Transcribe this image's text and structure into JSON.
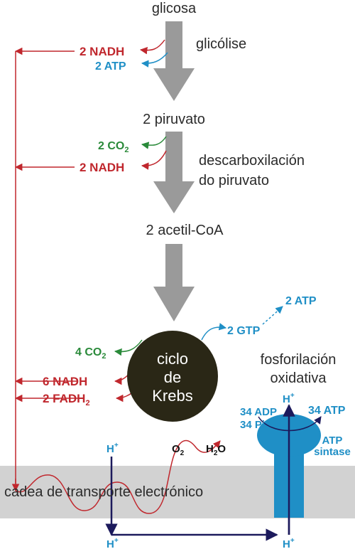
{
  "stages": {
    "glucose": "glicosa",
    "glycolysis": "glicólise",
    "pyruvate": "2 piruvato",
    "decarb_line1": "descarboxilación",
    "decarb_line2": "do piruvato",
    "acetyl": "2 acetil-CoA"
  },
  "products": {
    "glyc_nadh": "2 NADH",
    "glyc_atp": "2 ATP",
    "decarb_co2": "2 CO",
    "decarb_co2_sub": "2",
    "decarb_nadh": "2 NADH",
    "krebs_co2": "4 CO",
    "krebs_co2_sub": "2",
    "krebs_gtp": "2 GTP",
    "gtp_atp": "2 ATP",
    "krebs_nadh": "6 NADH",
    "krebs_fadh": "2 FADH",
    "krebs_fadh_sub": "2"
  },
  "krebs": {
    "line1": "ciclo",
    "line2": "de",
    "line3": "Krebs"
  },
  "oxphos": {
    "title_line1": "fosforilación",
    "title_line2": "oxidativa",
    "adp": "34 ADP",
    "pi": "34 Pi",
    "atp": "34 ATP",
    "synthase_line1": "ATP",
    "synthase_line2": "sintase",
    "h_top": "H",
    "h_sup": "+",
    "h_left": "H",
    "h_bottom_left": "H",
    "h_bottom_right": "H",
    "o2": "O",
    "o2_sub": "2",
    "h2o_h": "H",
    "h2o_sub": "2",
    "h2o_o": "O"
  },
  "membrane": {
    "label": "cadea de transporte electrónico"
  },
  "colors": {
    "arrow_grey": "#9a9a9a",
    "red": "#c0272d",
    "blue": "#1f8fc6",
    "green": "#2a8a3a",
    "krebs_fill": "#2a2716",
    "membrane": "#d2d2d2",
    "navy": "#1c1a5c"
  }
}
